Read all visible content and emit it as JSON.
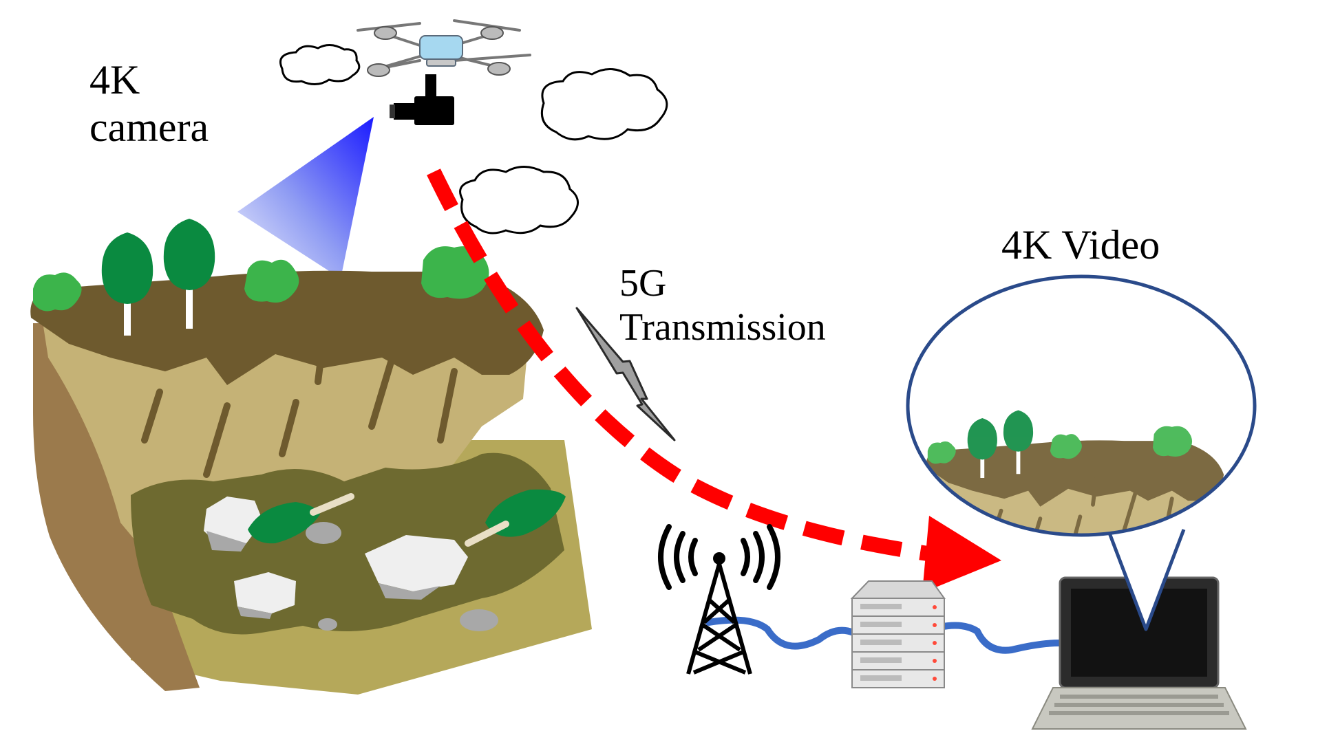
{
  "labels": {
    "camera_line1": "4K",
    "camera_line2": "camera",
    "transmission_line1": "5G",
    "transmission_line2": "Transmission",
    "video": "4K Video"
  },
  "colors": {
    "transmission_arrow": "#ff0000",
    "camera_beam": "#1a1aff",
    "cable": "#3a6cc8",
    "cliff_top_soil": "#6e5a2e",
    "cliff_face": "#c5b276",
    "ground_base": "#b5a85a",
    "debris_area": "#6e6a30",
    "tree_green": "#0a8a40",
    "shrub_green": "#3cb44b",
    "rock": "#a8a8a8",
    "bubble_border": "#2a4a8a"
  },
  "icons": {
    "drone": "drone-icon",
    "camera": "camera-icon",
    "lightning": "lightning-icon",
    "antenna": "antenna-tower-icon",
    "server": "server-icon",
    "laptop": "laptop-icon"
  }
}
